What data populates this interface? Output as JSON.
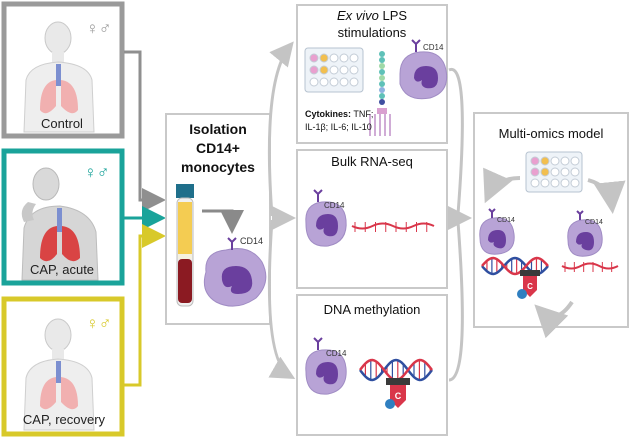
{
  "cohorts": [
    {
      "label": "Control",
      "sex_symbol": "♀♂",
      "color": "#9a9a9a"
    },
    {
      "label": "CAP, acute",
      "sex_symbol": "♀♂",
      "color": "#1aa39a"
    },
    {
      "label": "CAP, recovery",
      "sex_symbol": "♀♂",
      "color": "#d8c92a"
    }
  ],
  "isolation": {
    "line1": "Isolation",
    "line2": "CD14+",
    "line3": "monocytes",
    "marker": "CD14"
  },
  "lps": {
    "title_italic": "Ex vivo",
    "title_rest": " LPS",
    "title_line2": "stimulations",
    "marker": "CD14",
    "cytokines_label": "Cytokines:",
    "cytokines_line1": " TNF;",
    "cytokines_line2": "IL-1β; IL-6; IL-10"
  },
  "rnaseq": {
    "title": "Bulk RNA-seq",
    "marker": "CD14"
  },
  "methylation": {
    "title": "DNA methylation",
    "marker": "CD14",
    "base_label": "C"
  },
  "model": {
    "title": "Multi-omics model",
    "marker_left": "CD14",
    "marker_right": "CD14",
    "base_label": "C"
  },
  "colors": {
    "control": "#9a9a9a",
    "acute": "#1aa39a",
    "recovery": "#d8c92a",
    "panel_border": "#c9c9c9",
    "flow_arrow": "#bdbdbd",
    "cell_fill": "#b8a3d6",
    "nucleus_fill": "#6a3f9e",
    "rna": "#d9364a",
    "dna_blue": "#2f4fa0"
  }
}
